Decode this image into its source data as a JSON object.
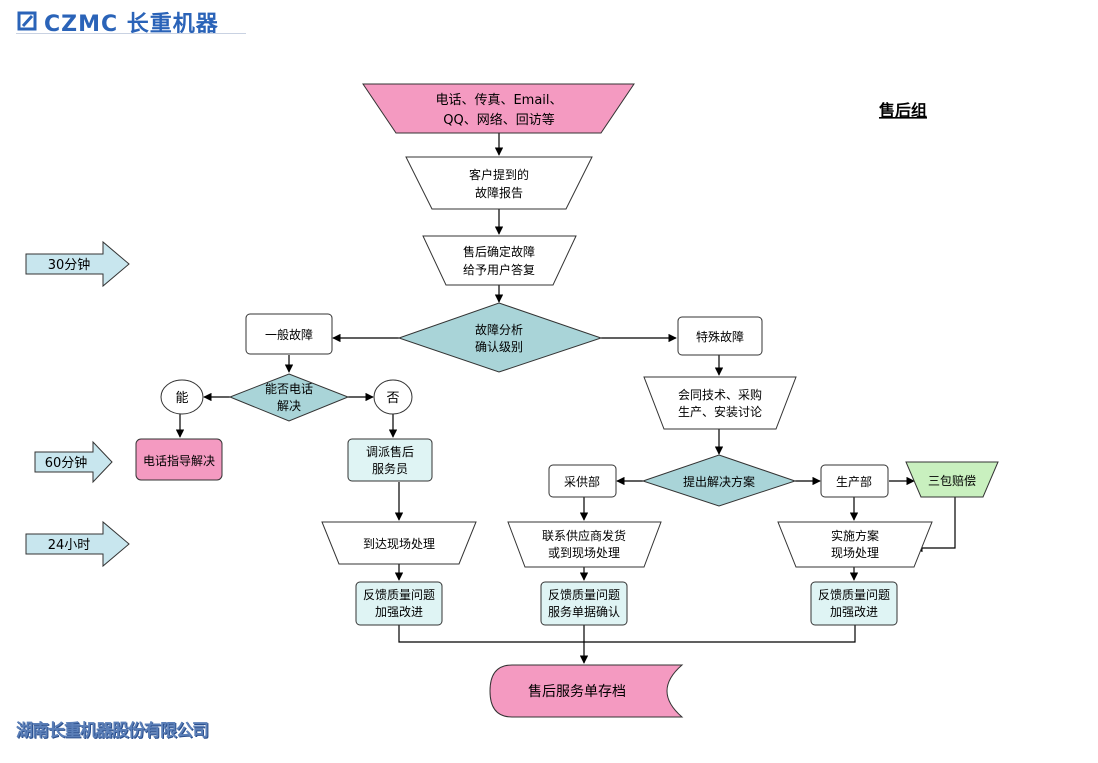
{
  "header": {
    "logo_text": "CZMC 长重机器"
  },
  "group_title": "售后组",
  "footer": {
    "company": "湖南长重机器股份有限公司"
  },
  "time_markers": {
    "m30": "30分钟",
    "m60": "60分钟",
    "h24": "24小时"
  },
  "nodes": {
    "input_line1": "电话、传真、Email、",
    "input_line2": "QQ、网络、回访等",
    "report_line1": "客户提到的",
    "report_line2": "故障报告",
    "confirm_line1": "售后确定故障",
    "confirm_line2": "给予用户答复",
    "analysis_line1": "故障分析",
    "analysis_line2": "确认级别",
    "general_fault": "一般故障",
    "special_fault": "特殊故障",
    "phone_q_line1": "能否电话",
    "phone_q_line2": "解决",
    "yes": "能",
    "no": "否",
    "phone_guide": "电话指导解决",
    "dispatch_line1": "调派售后",
    "dispatch_line2": "服务员",
    "onsite": "到达现场处理",
    "meeting_line1": "会同技术、采购",
    "meeting_line2": "生产、安装讨论",
    "solution": "提出解决方案",
    "purchase": "采供部",
    "production": "生产部",
    "warranty": "三包赔偿",
    "supplier_line1": "联系供应商发货",
    "supplier_line2": "或到现场处理",
    "implement_line1": "实施方案",
    "implement_line2": "现场处理",
    "fb1_line1": "反馈质量问题",
    "fb1_line2": "加强改进",
    "fb2_line1": "反馈质量问题",
    "fb2_line2": "服务单据确认",
    "fb3_line1": "反馈质量问题",
    "fb3_line2": "加强改进",
    "archive": "售后服务单存档"
  },
  "colors": {
    "pink": "#f49ac1",
    "teal": "#a9d4d8",
    "light_cyan": "#dff4f4",
    "light_green": "#c9f0bf",
    "arrow_fill": "#c8e6ee",
    "logo_blue": "#2a63b8"
  }
}
